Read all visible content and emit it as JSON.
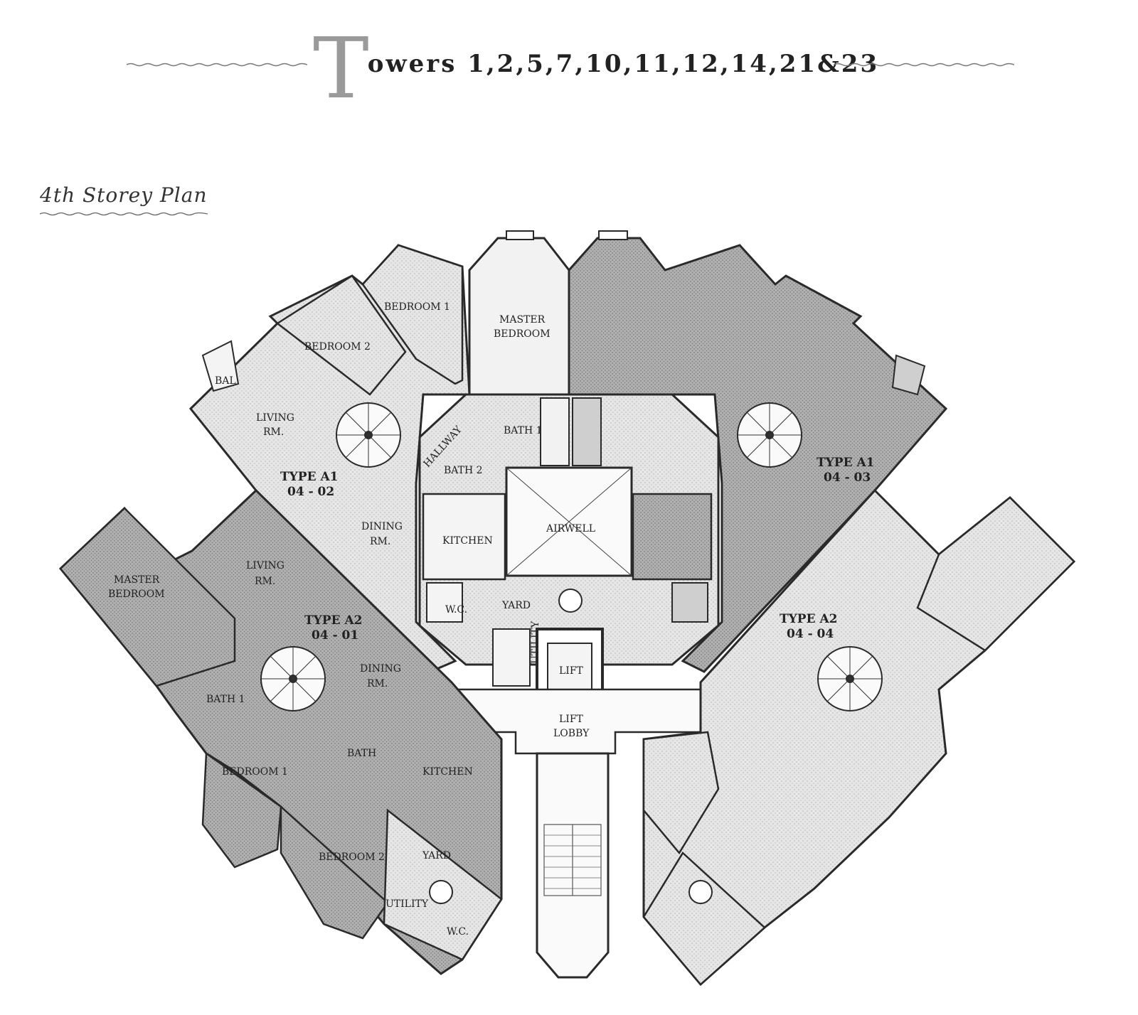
{
  "header": {
    "title_initial": "T",
    "title_rest": "owers 1,2,5,7,10,11,12,14,21&23"
  },
  "subtitle": "4th Storey Plan",
  "units": {
    "a1_0402": {
      "type": "TYPE A1",
      "number": "04 - 02"
    },
    "a1_0403": {
      "type": "TYPE A1",
      "number": "04 - 03"
    },
    "a2_0401": {
      "type": "TYPE A2",
      "number": "04 - 01"
    },
    "a2_0404": {
      "type": "TYPE A2",
      "number": "04 - 04"
    }
  },
  "rooms": {
    "bedroom1_top": "BEDROOM 1",
    "master_top_l1": "MASTER",
    "master_top_l2": "BEDROOM",
    "bedroom2_top": "BEDROOM 2",
    "bal": "BAL",
    "living_top_l1": "LIVING",
    "living_top_l2": "RM.",
    "hallway": "HALLWAY",
    "bath1_top": "BATH 1",
    "bath2_top": "BATH 2",
    "dining_top_l1": "DINING",
    "dining_top_l2": "RM.",
    "kitchen_top": "KITCHEN",
    "airwell": "AIRWELL",
    "wc_top": "W.C.",
    "yard_top": "YARD",
    "utility_top": "UTILITY",
    "lift": "LIFT",
    "lift_lobby_l1": "LIFT",
    "lift_lobby_l2": "LOBBY",
    "master_left_l1": "MASTER",
    "master_left_l2": "BEDROOM",
    "living_left_l1": "LIVING",
    "living_left_l2": "RM.",
    "dining_left_l1": "DINING",
    "dining_left_l2": "RM.",
    "bath1_left": "BATH 1",
    "bath_left": "BATH",
    "bedroom1_left": "BEDROOM 1",
    "kitchen_left": "KITCHEN",
    "bedroom2_left": "BEDROOM 2",
    "yard_left": "YARD",
    "utility_left": "UTILITY",
    "wc_left": "W.C."
  },
  "colors": {
    "wall": "#2a2a2a",
    "light_fill": "#e2e2e2",
    "dark_fill": "#a9a9a9",
    "white_fill": "#fafafa"
  }
}
